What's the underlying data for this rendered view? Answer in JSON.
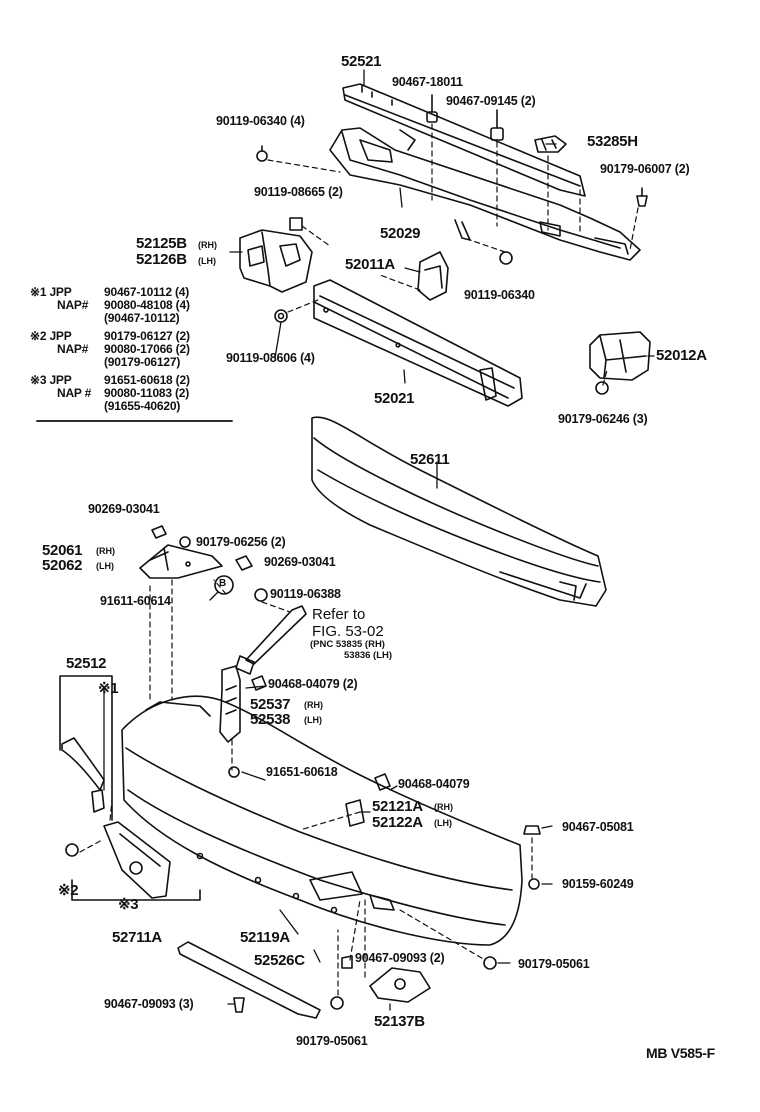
{
  "parts": {
    "p52521": "52521",
    "p90467_18011": "90467-18011",
    "p90467_09145": "90467-09145 (2)",
    "p90119_06340_4": "90119-06340 (4)",
    "p53285H": "53285H",
    "p90179_06007": "90179-06007 (2)",
    "p90119_08665": "90119-08665 (2)",
    "p52029": "52029",
    "p52125B": "52125B",
    "p52126B": "52126B",
    "p52011A": "52011A",
    "p90119_06340": "90119-06340",
    "p90119_08606": "90119-08606 (4)",
    "p52021": "52021",
    "p52012A": "52012A",
    "p90179_06246": "90179-06246 (3)",
    "p52611": "52611",
    "p90269_03041_a": "90269-03041",
    "p90179_06256": "90179-06256 (2)",
    "p52061": "52061",
    "p52062": "52062",
    "p90269_03041_b": "90269-03041",
    "p91611_60614": "91611-60614",
    "p90119_06388": "90119-06388",
    "p52512": "52512",
    "p90468_04079_2": "90468-04079 (2)",
    "p52537": "52537",
    "p52538": "52538",
    "p91651_60618": "91651-60618",
    "p90468_04079": "90468-04079",
    "p52121A": "52121A",
    "p52122A": "52122A",
    "p90467_05081": "90467-05081",
    "p90159_60249": "90159-60249",
    "p52711A": "52711A",
    "p52119A": "52119A",
    "p52526C": "52526C",
    "p90467_09093_2": "90467-09093 (2)",
    "p90179_05061_r": "90179-05061",
    "p90467_09093_3": "90467-09093 (3)",
    "p52137B": "52137B",
    "p90179_05061_b": "90179-05061"
  },
  "side_tags": {
    "rh": "(RH)",
    "lh": "(LH)"
  },
  "markers": {
    "m1": "※1",
    "m2": "※2",
    "m3": "※3"
  },
  "refer": {
    "line1": "Refer to",
    "line2": "FIG. 53-02",
    "pnc1": "(PNC 53835 (RH)",
    "pnc2": "53836 (LH)"
  },
  "notes": {
    "n1_jpp": "※1 JPP",
    "n1_jpp_val": "90467-10112 (4)",
    "n1_nap": "NAP#",
    "n1_nap_val": "90080-48108 (4)",
    "n1_alt": "(90467-10112)",
    "n2_jpp": "※2 JPP",
    "n2_jpp_val": "90179-06127 (2)",
    "n2_nap": "NAP#",
    "n2_nap_val": "90080-17066 (2)",
    "n2_alt": "(90179-06127)",
    "n3_jpp": "※3 JPP",
    "n3_jpp_val": "91651-60618 (2)",
    "n3_nap": "NAP #",
    "n3_nap_val": "90080-11083 (2)",
    "n3_alt": "(91655-40620)"
  },
  "footer": {
    "code": "MB V585-F"
  },
  "circle_letter": "B"
}
